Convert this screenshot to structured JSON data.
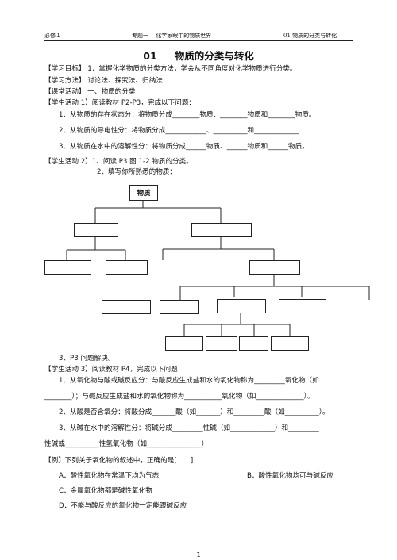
{
  "header": {
    "left": "必修１",
    "center": "专题一　 化学家眼中的物质世界",
    "right": "01 物质的分类与转化"
  },
  "title": {
    "num": "01",
    "text": "物质的分类与转化"
  },
  "lines": [
    "【学习目标】 1．掌握化学物质的分类方法，学会从不同角度对化学物质进行分类。",
    "【学习方法】 讨论法、探究法、归纳法",
    "【课堂活动】 一、物质的分类",
    "【学生活动 1】阅读教材 P2-P3，完成以下问题：",
    "1、从物质的存在状态分：将物质分成________物质、________物质和________物质。",
    "2、从物质的导电性分：将物质分成____________、__________和_____________.",
    "3、从物质在水中的溶解性分：将物质分成______物质、______物质和______物质。",
    "【学生活动 2】1、阅读 P3  图 1-2  物质的分类。",
    "2、填写你所熟悉的物质："
  ],
  "tree": {
    "root_label": "物质"
  },
  "lines2": [
    "3、P3 问题解决。",
    "【学生活动 3】阅读教材 P4，完成以下问题",
    "1、从氧化物与酸或碱反应分：与酸反应生成盐和水的氧化物称为_________氧化物（如",
    "________）；与碱反应生成盐和水的氧化物称为___________氧化物（如______________）。",
    "2、从酸是否含氧分：将酸分成_______酸（如_______）和_________酸（如__________）。",
    "3、从碱在水中的溶解性分：将碱分成_________性碱（如_____________）和_________",
    "性碱或__________性氢氧化物（如________________）"
  ],
  "example": {
    "stem": "【例】下列关于氧化物的叙述中，正确的是[　　]",
    "a": "A．酸性氧化物在常温下均为气态",
    "b": "B．酸性氧化物均可与碱反应",
    "c": "C．金属氧化物都是碱性氧化物",
    "d": "D．不能与酸反应的氧化物一定能跟碱反应"
  },
  "page_number": "1"
}
